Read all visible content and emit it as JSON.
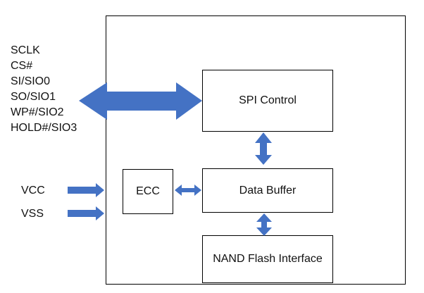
{
  "pins": {
    "spi": [
      "SCLK",
      "CS#",
      "SI/SIO0",
      "SO/SIO1",
      "WP#/SIO2",
      "HOLD#/SIO3"
    ],
    "power": [
      "VCC",
      "VSS"
    ]
  },
  "blocks": {
    "spi_control": "SPI Control",
    "ecc": "ECC",
    "data_buffer": "Data Buffer",
    "nand_interface": "NAND Flash Interface"
  },
  "colors": {
    "arrow": "#4472C4",
    "border": "#000000"
  }
}
